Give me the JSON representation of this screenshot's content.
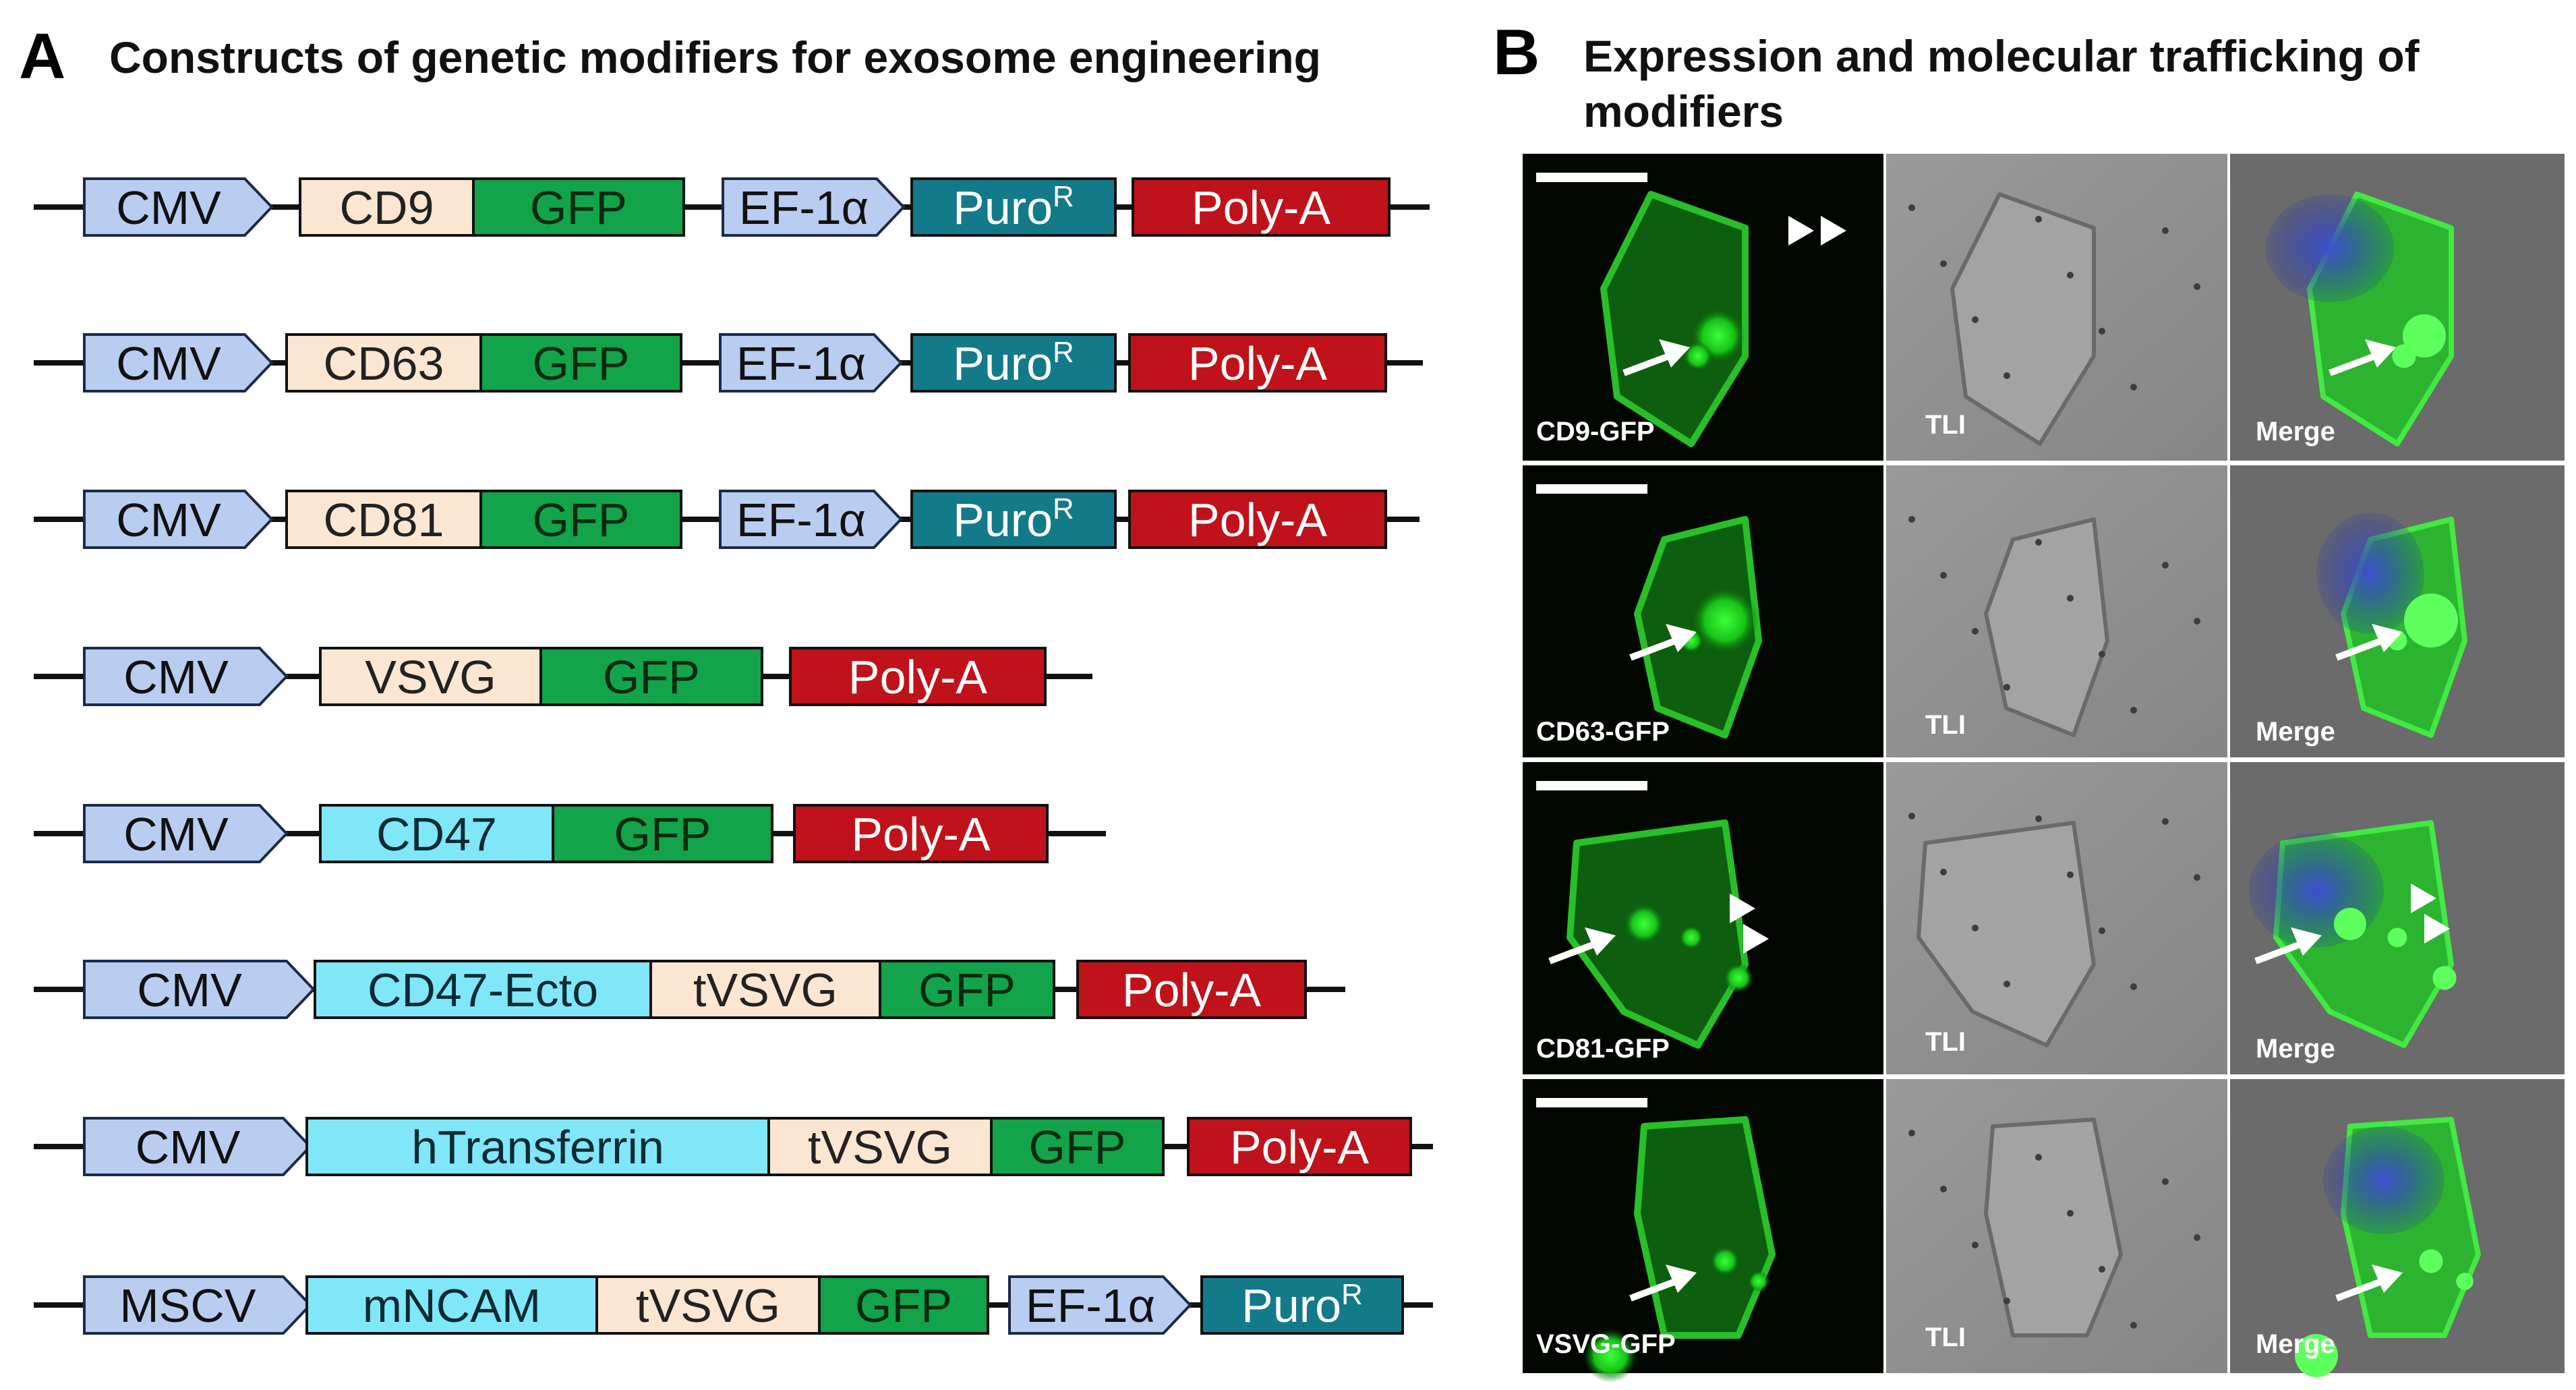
{
  "panelA": {
    "letter": "A",
    "title": "Constructs of genetic modifiers for exosome engineering",
    "constructs": [
      {
        "segments": [
          {
            "label": "CMV",
            "kind": "promoter"
          },
          {
            "label": "CD9",
            "kind": "gene"
          },
          {
            "label": "GFP",
            "kind": "gfp"
          },
          {
            "label": "EF-1α",
            "kind": "promoter"
          },
          {
            "label": "Puro",
            "sup": "R",
            "kind": "puro"
          },
          {
            "label": "Poly-A",
            "kind": "polya"
          }
        ]
      },
      {
        "segments": [
          {
            "label": "CMV",
            "kind": "promoter"
          },
          {
            "label": "CD63",
            "kind": "gene"
          },
          {
            "label": "GFP",
            "kind": "gfp"
          },
          {
            "label": "EF-1α",
            "kind": "promoter"
          },
          {
            "label": "Puro",
            "sup": "R",
            "kind": "puro"
          },
          {
            "label": "Poly-A",
            "kind": "polya"
          }
        ]
      },
      {
        "segments": [
          {
            "label": "CMV",
            "kind": "promoter"
          },
          {
            "label": "CD81",
            "kind": "gene"
          },
          {
            "label": "GFP",
            "kind": "gfp"
          },
          {
            "label": "EF-1α",
            "kind": "promoter"
          },
          {
            "label": "Puro",
            "sup": "R",
            "kind": "puro"
          },
          {
            "label": "Poly-A",
            "kind": "polya"
          }
        ]
      },
      {
        "segments": [
          {
            "label": "CMV",
            "kind": "promoter"
          },
          {
            "label": "VSVG",
            "kind": "gene"
          },
          {
            "label": "GFP",
            "kind": "gfp"
          },
          {
            "label": "Poly-A",
            "kind": "polya"
          }
        ]
      },
      {
        "segments": [
          {
            "label": "CMV",
            "kind": "promoter"
          },
          {
            "label": "CD47",
            "kind": "cyan"
          },
          {
            "label": "GFP",
            "kind": "gfp"
          },
          {
            "label": "Poly-A",
            "kind": "polya"
          }
        ]
      },
      {
        "segments": [
          {
            "label": "CMV",
            "kind": "promoter"
          },
          {
            "label": "CD47-Ecto",
            "kind": "cyan"
          },
          {
            "label": "tVSVG",
            "kind": "gene"
          },
          {
            "label": "GFP",
            "kind": "gfp"
          },
          {
            "label": "Poly-A",
            "kind": "polya"
          }
        ]
      },
      {
        "segments": [
          {
            "label": "CMV",
            "kind": "promoter"
          },
          {
            "label": "hTransferrin",
            "kind": "cyan"
          },
          {
            "label": "tVSVG",
            "kind": "gene"
          },
          {
            "label": "GFP",
            "kind": "gfp"
          },
          {
            "label": "Poly-A",
            "kind": "polya"
          }
        ]
      },
      {
        "segments": [
          {
            "label": "MSCV",
            "kind": "promoter"
          },
          {
            "label": "mNCAM",
            "kind": "cyan"
          },
          {
            "label": "tVSVG",
            "kind": "gene"
          },
          {
            "label": "GFP",
            "kind": "gfp"
          },
          {
            "label": "EF-1α",
            "kind": "promoter"
          },
          {
            "label": "Puro",
            "sup": "R",
            "kind": "puro"
          }
        ]
      }
    ]
  },
  "panelB": {
    "letter": "B",
    "title_line1": "Expression and molecular trafficking of",
    "title_line2": "modifiers",
    "rows": [
      {
        "gfp_label": "CD9-GFP",
        "tli_label": "TLI",
        "merge_label": "Merge"
      },
      {
        "gfp_label": "CD63-GFP",
        "tli_label": "TLI",
        "merge_label": "Merge"
      },
      {
        "gfp_label": "CD81-GFP",
        "tli_label": "TLI",
        "merge_label": "Merge"
      },
      {
        "gfp_label": "VSVG-GFP",
        "tli_label": "TLI",
        "merge_label": "Merge"
      }
    ]
  },
  "colors": {
    "promoter": "#b9cdf0",
    "gene": "#fbe6d2",
    "gfp": "#13a34a",
    "puro": "#137a8a",
    "polya": "#c0121a",
    "cyan": "#7fe7f8",
    "gfp_field": "#020702",
    "tli_field": "#8f8f8f",
    "merge_field": "#6b6b6b"
  }
}
